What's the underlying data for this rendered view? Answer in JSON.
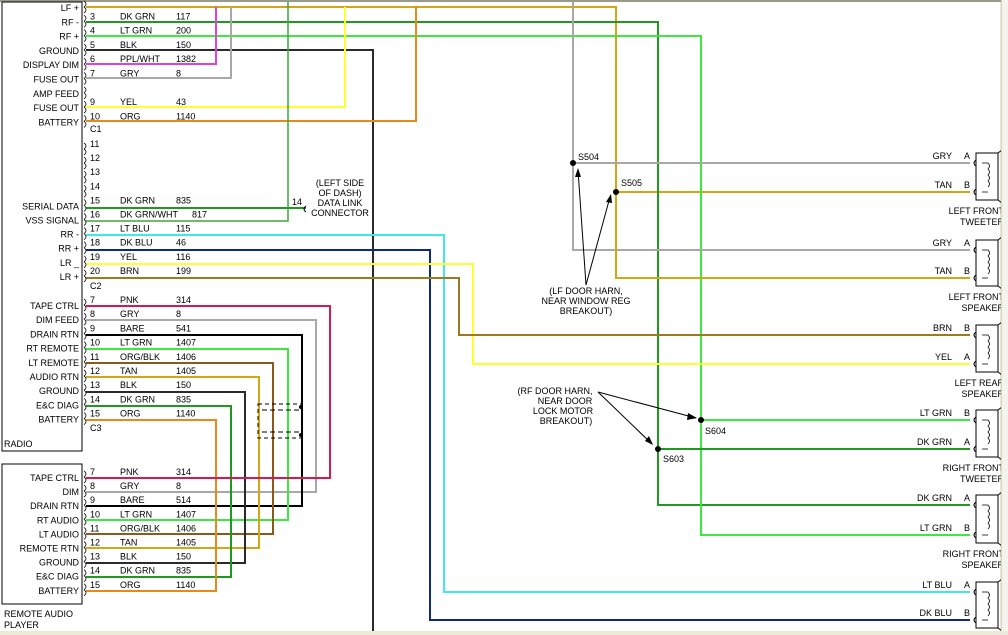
{
  "diagram": {
    "title": "Radio / Speaker wiring diagram",
    "radio": {
      "label": "RADIO",
      "connector_c1": {
        "label": "C1",
        "pins": [
          {
            "pin": "",
            "name": "LF +",
            "color": "",
            "circuit": ""
          },
          {
            "pin": "3",
            "name": "RF -",
            "color": "DK GRN",
            "circuit": "117"
          },
          {
            "pin": "4",
            "name": "RF +",
            "color": "LT GRN",
            "circuit": "200"
          },
          {
            "pin": "5",
            "name": "GROUND",
            "color": "BLK",
            "circuit": "150"
          },
          {
            "pin": "6",
            "name": "DISPLAY DIM",
            "color": "PPL/WHT",
            "circuit": "1382"
          },
          {
            "pin": "7",
            "name": "FUSE OUT",
            "color": "GRY",
            "circuit": "8"
          },
          {
            "pin": "",
            "name": "AMP FEED",
            "color": "",
            "circuit": ""
          },
          {
            "pin": "9",
            "name": "FUSE OUT",
            "color": "YEL",
            "circuit": "43"
          },
          {
            "pin": "10",
            "name": "BATTERY",
            "color": "ORG",
            "circuit": "1140"
          }
        ]
      },
      "connector_c2": {
        "label": "C2",
        "pins": [
          {
            "pin": "11",
            "name": "",
            "color": "",
            "circuit": ""
          },
          {
            "pin": "12",
            "name": "",
            "color": "",
            "circuit": ""
          },
          {
            "pin": "13",
            "name": "",
            "color": "",
            "circuit": ""
          },
          {
            "pin": "14",
            "name": "",
            "color": "",
            "circuit": ""
          },
          {
            "pin": "15",
            "name": "SERIAL DATA",
            "color": "DK GRN",
            "circuit": "835"
          },
          {
            "pin": "16",
            "name": "VSS SIGNAL",
            "color": "DK GRN/WHT",
            "circuit": "817"
          },
          {
            "pin": "17",
            "name": "RR -",
            "color": "LT BLU",
            "circuit": "115"
          },
          {
            "pin": "18",
            "name": "RR +",
            "color": "DK BLU",
            "circuit": "46"
          },
          {
            "pin": "19",
            "name": "LR _",
            "color": "YEL",
            "circuit": "116"
          },
          {
            "pin": "20",
            "name": "LR +",
            "color": "BRN",
            "circuit": "199"
          }
        ]
      },
      "connector_c3": {
        "label": "C3",
        "pins": [
          {
            "pin": "7",
            "name": "TAPE CTRL",
            "color": "PNK",
            "circuit": "314"
          },
          {
            "pin": "8",
            "name": "DIM FEED",
            "color": "GRY",
            "circuit": "8"
          },
          {
            "pin": "9",
            "name": "DRAIN RTN",
            "color": "BARE",
            "circuit": "541"
          },
          {
            "pin": "10",
            "name": "RT REMOTE",
            "color": "LT GRN",
            "circuit": "1407"
          },
          {
            "pin": "11",
            "name": "LT REMOTE",
            "color": "ORG/BLK",
            "circuit": "1406"
          },
          {
            "pin": "12",
            "name": "AUDIO RTN",
            "color": "TAN",
            "circuit": "1405"
          },
          {
            "pin": "13",
            "name": "GROUND",
            "color": "BLK",
            "circuit": "150"
          },
          {
            "pin": "14",
            "name": "E&C DIAG",
            "color": "DK GRN",
            "circuit": "835"
          },
          {
            "pin": "15",
            "name": "BATTERY",
            "color": "ORG",
            "circuit": "1140"
          }
        ]
      }
    },
    "remote_audio_player": {
      "label_line1": "REMOTE AUDIO",
      "label_line2": "PLAYER",
      "pins": [
        {
          "pin": "7",
          "name": "TAPE CTRL",
          "color": "PNK",
          "circuit": "314"
        },
        {
          "pin": "8",
          "name": "DIM",
          "color": "GRY",
          "circuit": "8"
        },
        {
          "pin": "9",
          "name": "DRAIN RTN",
          "color": "BARE",
          "circuit": "514"
        },
        {
          "pin": "10",
          "name": "RT AUDIO",
          "color": "LT GRN",
          "circuit": "1407"
        },
        {
          "pin": "11",
          "name": "LT AUDIO",
          "color": "ORG/BLK",
          "circuit": "1406"
        },
        {
          "pin": "12",
          "name": "REMOTE RTN",
          "color": "TAN",
          "circuit": "1405"
        },
        {
          "pin": "13",
          "name": "GROUND",
          "color": "BLK",
          "circuit": "150"
        },
        {
          "pin": "14",
          "name": "E&C DIAG",
          "color": "DK GRN",
          "circuit": "835"
        },
        {
          "pin": "15",
          "name": "BATTERY",
          "color": "ORG",
          "circuit": "1140"
        }
      ]
    },
    "data_link_connector": {
      "pin": "14",
      "lines": [
        "(LEFT SIDE",
        "OF DASH)",
        "DATA LINK",
        "CONNECTOR"
      ]
    },
    "splices": [
      {
        "id": "S504"
      },
      {
        "id": "S505"
      },
      {
        "id": "S604"
      },
      {
        "id": "S603"
      }
    ],
    "notes": {
      "lf_door": [
        "(LF DOOR HARN,",
        "NEAR WINDOW REG",
        "BREAKOUT)"
      ],
      "rf_door": [
        "(RF DOOR HARN,",
        "NEAR DOOR",
        "LOCK MOTOR",
        "BREAKOUT)"
      ]
    },
    "speakers": [
      {
        "name_line1": "LEFT FRONT",
        "name_line2": "TWEETER",
        "terminals": [
          {
            "t": "A",
            "color": "GRY"
          },
          {
            "t": "B",
            "color": "TAN"
          }
        ]
      },
      {
        "name_line1": "LEFT FRONT",
        "name_line2": "SPEAKER",
        "terminals": [
          {
            "t": "A",
            "color": "GRY"
          },
          {
            "t": "B",
            "color": "TAN"
          }
        ]
      },
      {
        "name_line1": "LEFT REAR",
        "name_line2": "SPEAKER",
        "terminals": [
          {
            "t": "B",
            "color": "BRN"
          },
          {
            "t": "A",
            "color": "YEL"
          }
        ]
      },
      {
        "name_line1": "RIGHT FRONT",
        "name_line2": "TWEETER",
        "terminals": [
          {
            "t": "B",
            "color": "LT GRN"
          },
          {
            "t": "A",
            "color": "DK GRN"
          }
        ]
      },
      {
        "name_line1": "RIGHT FRONT",
        "name_line2": "SPEAKER",
        "terminals": [
          {
            "t": "A",
            "color": "DK GRN"
          },
          {
            "t": "B",
            "color": "LT GRN"
          }
        ]
      },
      {
        "name_line1": "",
        "name_line2": "",
        "terminals": [
          {
            "t": "A",
            "color": "LT BLU"
          },
          {
            "t": "B",
            "color": "DK BLU"
          }
        ]
      }
    ],
    "wire_colors": {
      "TAN": "#d4a514",
      "DK GRN": "#1f9a1f",
      "LT GRN": "#3ee83e",
      "BLK": "#2a2a2a",
      "PPL/WHT": "#e040e0",
      "GRY": "#a8a8a8",
      "YEL": "#ffff30",
      "ORG": "#e88a1a",
      "LT BLU": "#40e8e8",
      "DK BLU": "#0e2a78",
      "BRN": "#9c7a20",
      "PNK": "#d81850",
      "ORG/BLK": "#8a5a1a",
      "BARE": "#000000"
    }
  }
}
